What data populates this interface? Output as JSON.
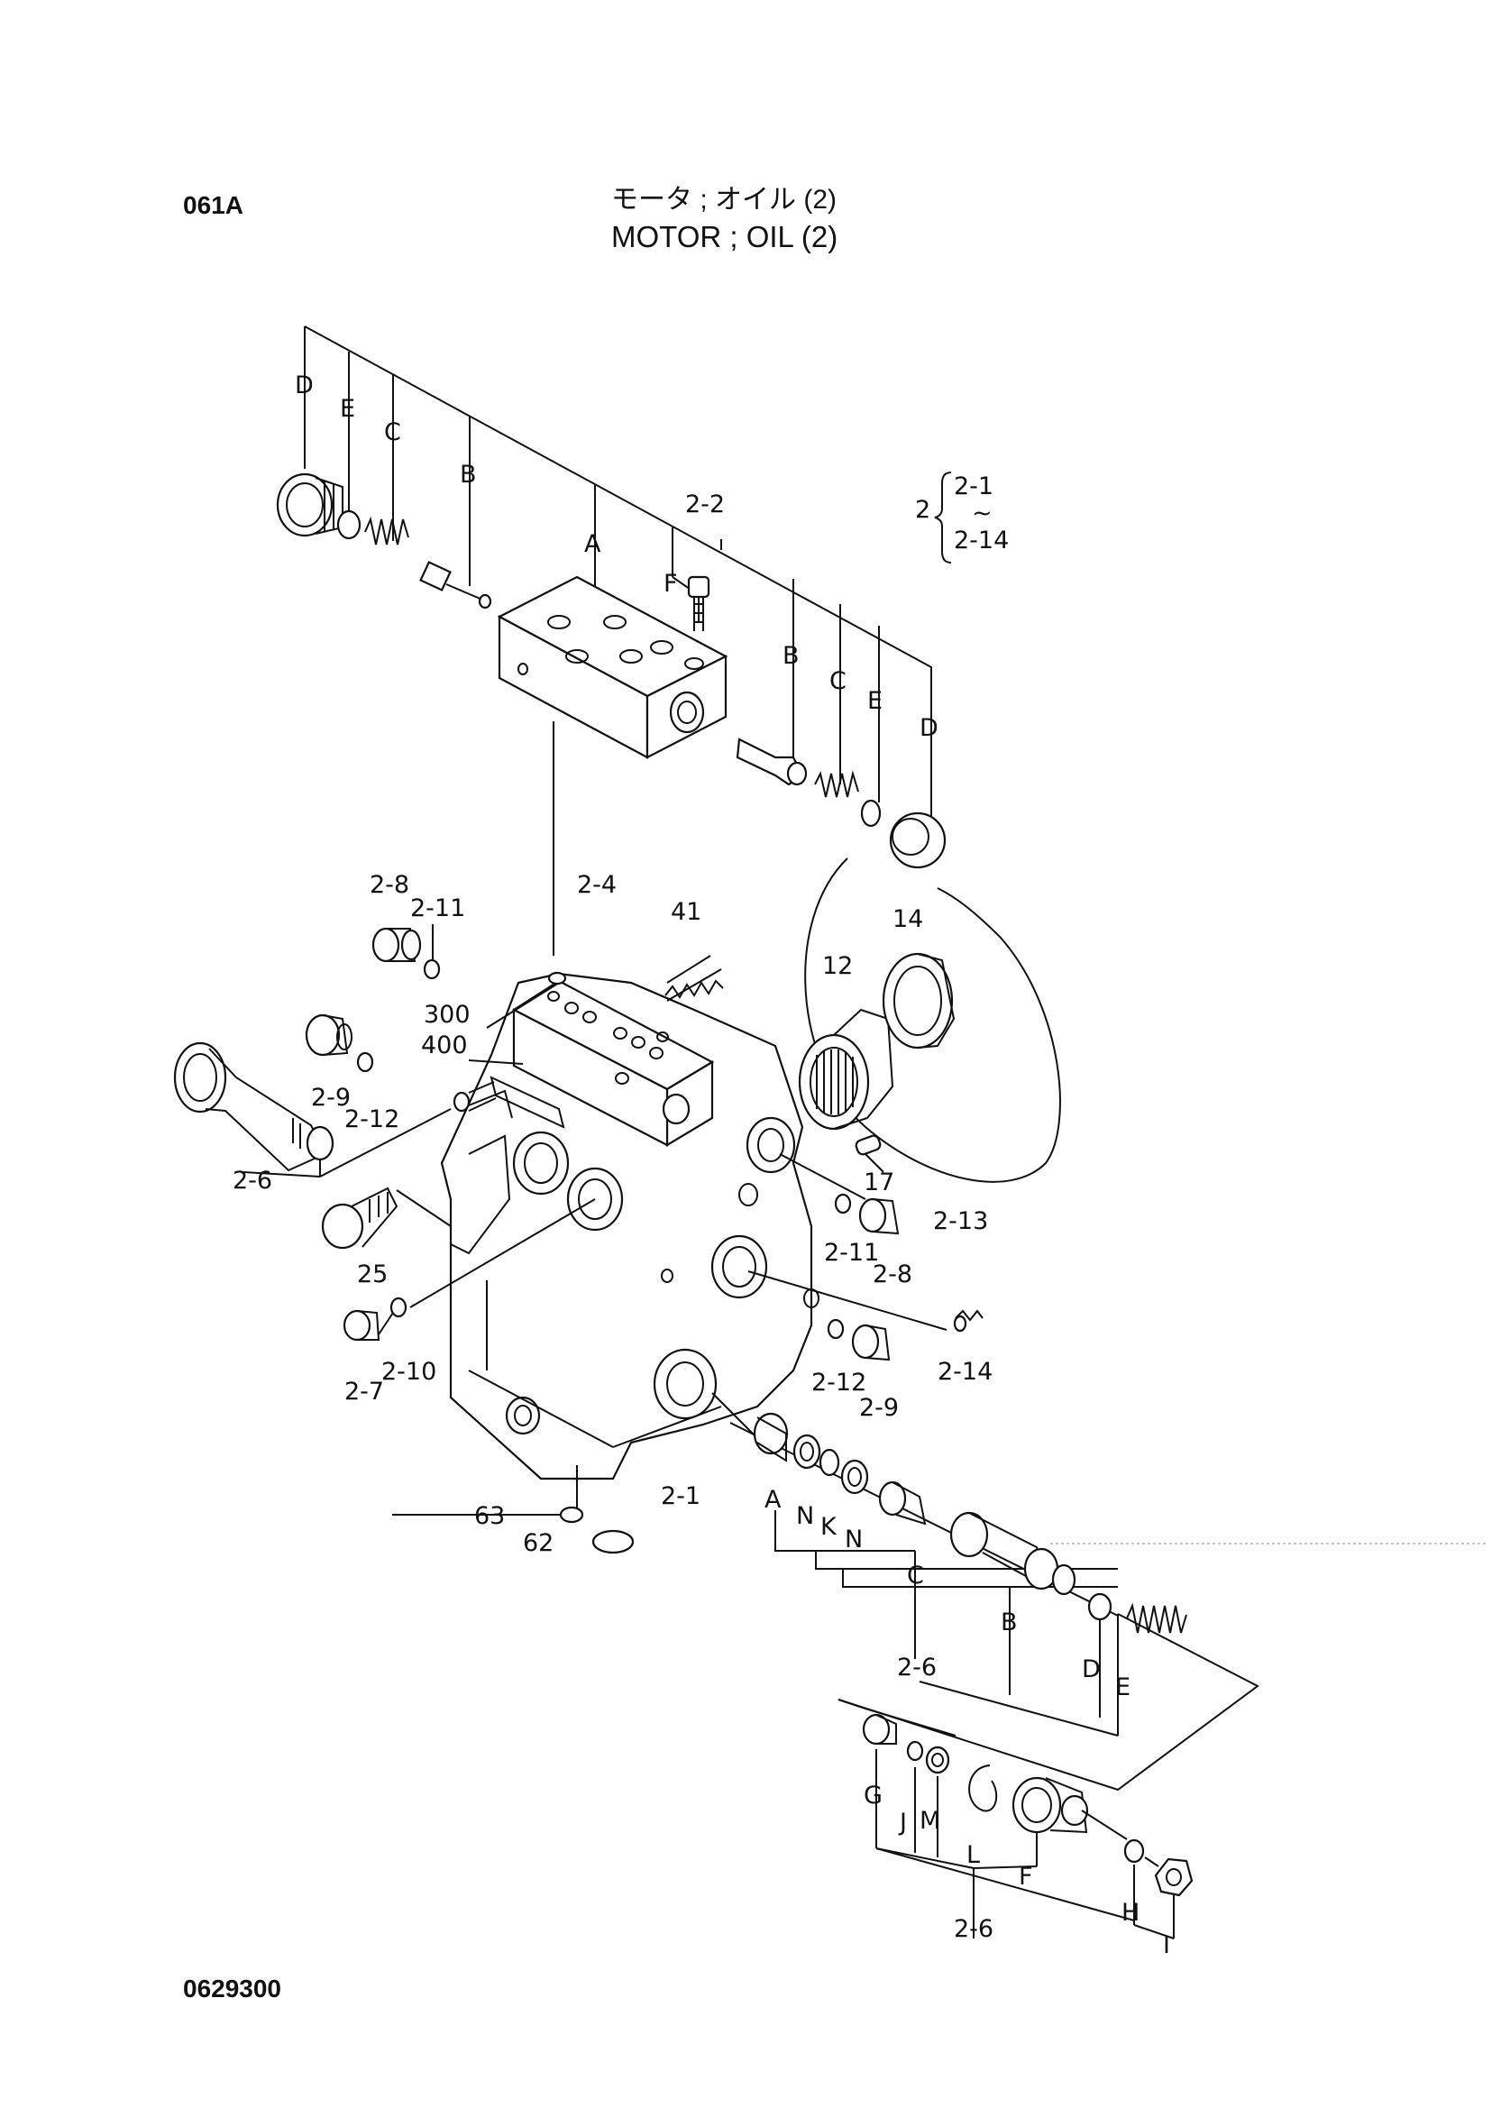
{
  "header": {
    "page_code": "061A",
    "title_jp": "モータ ; オイル (2)",
    "title_en": "MOTOR ; OIL (2)"
  },
  "footer": {
    "doc_number": "0629300"
  },
  "brace_note": {
    "parent": "2",
    "from": "2-1",
    "tilde": "~",
    "to": "2-14"
  },
  "labels": {
    "top_D": "D",
    "top_E": "E",
    "top_C": "C",
    "top_B": "B",
    "top_A": "A",
    "top_2_2": "2-2",
    "top_F": "F",
    "right_B": "B",
    "right_C": "C",
    "right_E": "E",
    "right_D": "D",
    "l_2_8a": "2-8",
    "l_2_11a": "2-11",
    "l_2_4": "2-4",
    "l_41": "41",
    "l_14": "14",
    "l_12": "12",
    "l_300": "300",
    "l_400": "400",
    "l_2_9a": "2-9",
    "l_2_12a": "2-12",
    "l_2_6a": "2-6",
    "l_25": "25",
    "l_17": "17",
    "l_2_13": "2-13",
    "l_2_11b": "2-11",
    "l_2_8b": "2-8",
    "l_2_10": "2-10",
    "l_2_7": "2-7",
    "l_2_14": "2-14",
    "l_2_12b": "2-12",
    "l_2_9b": "2-9",
    "l_63": "63",
    "l_62": "62",
    "l_2_1": "2-1",
    "v_A": "A",
    "v_N1": "N",
    "v_K": "K",
    "v_N2": "N",
    "v_C": "C",
    "v_B": "B",
    "v_D": "D",
    "v_E": "E",
    "v_2_6b": "2-6",
    "g_G": "G",
    "g_J": "J",
    "g_M": "M",
    "g_L": "L",
    "g_F": "F",
    "g_H": "H",
    "g_I": "I",
    "g_2_6c": "2-6"
  }
}
